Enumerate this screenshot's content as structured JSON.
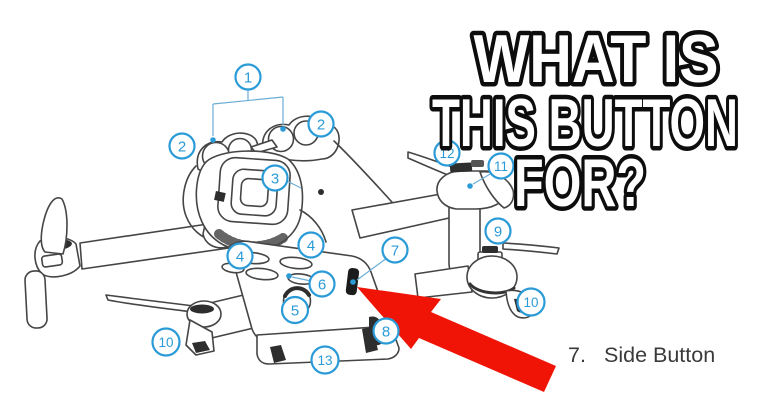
{
  "title": {
    "line1": "WHAT IS",
    "line2": "THIS BUTTON",
    "line3": "FOR?"
  },
  "caption": {
    "number": "7.",
    "label": "Side Button"
  },
  "colors": {
    "accent_blue": "#2b9bd7",
    "arrow_red": "#f01407",
    "line_art_ink": "#454545",
    "title_fill": "#ffffff",
    "title_outline": "#0d0d0d",
    "caption_text": "#3a3a3a"
  },
  "callouts": [
    {
      "n": "1"
    },
    {
      "n": "2"
    },
    {
      "n": "2"
    },
    {
      "n": "3"
    },
    {
      "n": "4"
    },
    {
      "n": "4"
    },
    {
      "n": "5"
    },
    {
      "n": "6"
    },
    {
      "n": "7"
    },
    {
      "n": "8"
    },
    {
      "n": "9"
    },
    {
      "n": "10"
    },
    {
      "n": "10"
    },
    {
      "n": "11"
    },
    {
      "n": "12"
    },
    {
      "n": "13"
    }
  ]
}
